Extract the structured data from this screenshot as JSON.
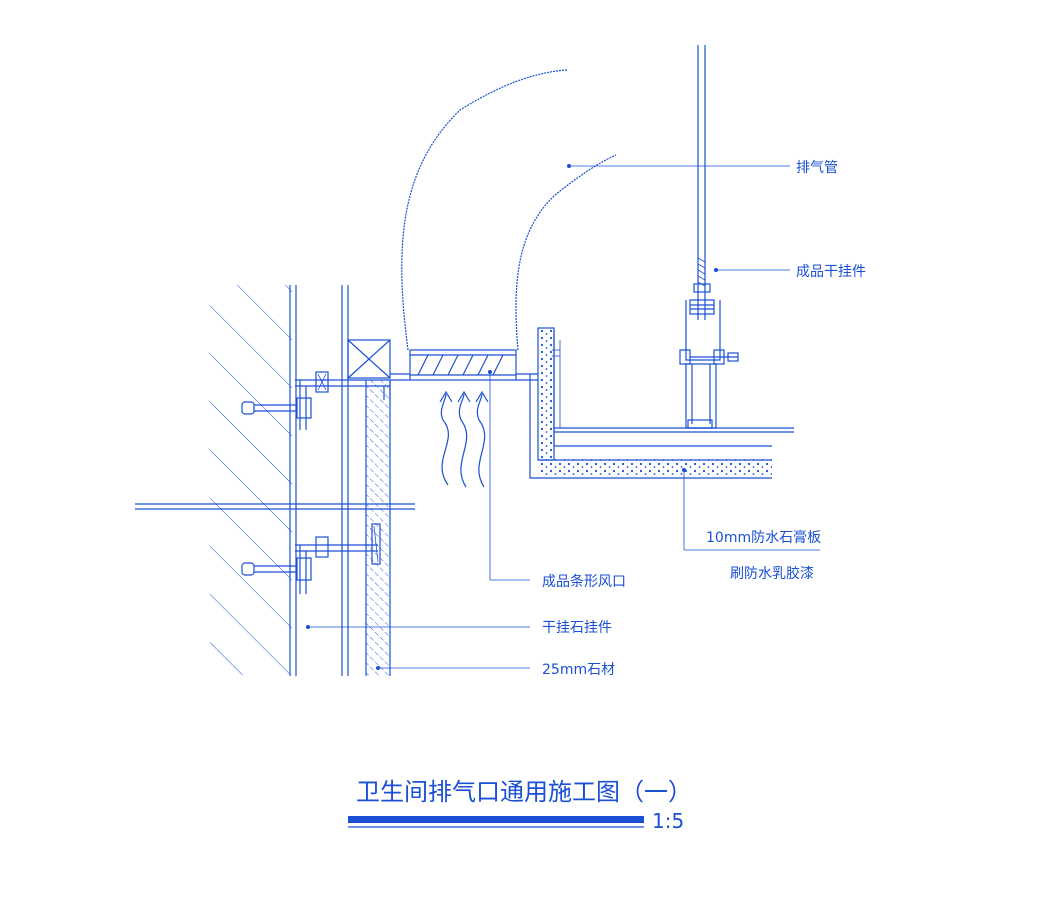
{
  "drawing": {
    "title": "卫生间排气口通用施工图（一）",
    "scale": "1:5",
    "labels": {
      "exhaust_pipe": "排气管",
      "hanger": "成品干挂件",
      "board": "10mm防水石膏板",
      "paint": "刷防水乳胶漆",
      "vent": "成品条形风口",
      "stone_hanger": "干挂石挂件",
      "stone": "25mm石材"
    }
  },
  "colors": {
    "line": "#1a4fd6",
    "background": "#ffffff"
  }
}
